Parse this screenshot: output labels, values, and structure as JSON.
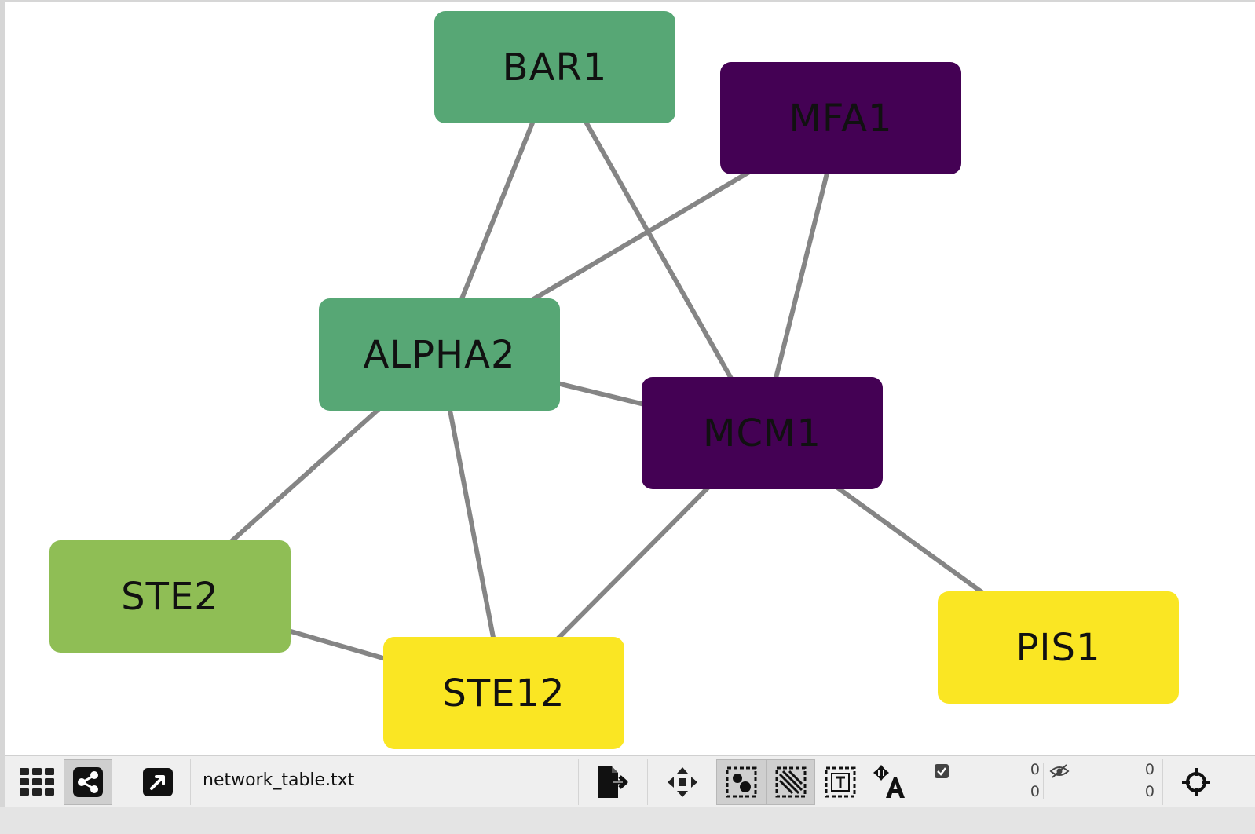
{
  "network": {
    "nodes": [
      {
        "id": "BAR1",
        "label": "BAR1",
        "color": "#57a775"
      },
      {
        "id": "MFA1",
        "label": "MFA1",
        "color": "#440154"
      },
      {
        "id": "ALPHA2",
        "label": "ALPHA2",
        "color": "#57a775"
      },
      {
        "id": "MCM1",
        "label": "MCM1",
        "color": "#440154"
      },
      {
        "id": "STE2",
        "label": "STE2",
        "color": "#8fbe55"
      },
      {
        "id": "STE12",
        "label": "STE12",
        "color": "#fae623"
      },
      {
        "id": "PIS1",
        "label": "PIS1",
        "color": "#fae623"
      }
    ],
    "edges": [
      [
        "BAR1",
        "ALPHA2"
      ],
      [
        "BAR1",
        "MCM1"
      ],
      [
        "MFA1",
        "ALPHA2"
      ],
      [
        "MFA1",
        "MCM1"
      ],
      [
        "ALPHA2",
        "MCM1"
      ],
      [
        "ALPHA2",
        "STE2"
      ],
      [
        "ALPHA2",
        "STE12"
      ],
      [
        "MCM1",
        "STE12"
      ],
      [
        "MCM1",
        "PIS1"
      ],
      [
        "STE2",
        "STE12"
      ]
    ],
    "edge_color": "#858585"
  },
  "toolbar": {
    "file_name": "network_table.txt",
    "selected_nodes_count": "0",
    "selected_edges_count": "0",
    "hidden_nodes_count": "0",
    "hidden_edges_count": "0"
  }
}
